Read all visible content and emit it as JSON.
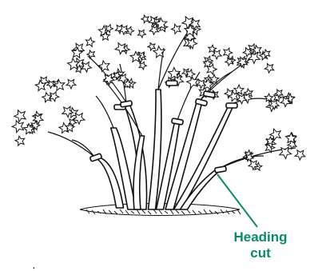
{
  "callout": {
    "line1": "Heading",
    "line2": "cut",
    "color": "#0b8a6a"
  },
  "ink_color": "#111111",
  "leaf_fill": "#ffffff",
  "icons": {
    "shrub": "shrub-line-drawing",
    "cut_marks": "cut-band-marks"
  }
}
